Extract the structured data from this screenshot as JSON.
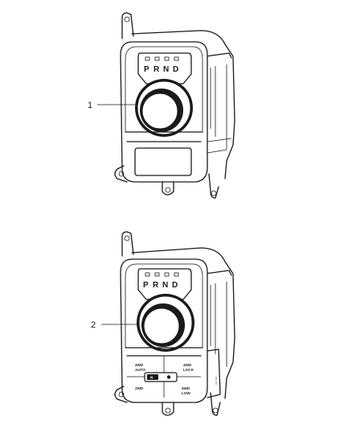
{
  "callouts": {
    "part1": "1",
    "part2": "2"
  },
  "shifter_gears": {
    "p": "P",
    "r": "R",
    "n": "N",
    "d": "D"
  },
  "transfer_case": {
    "auto_4wd": [
      "4WD",
      "AUTO"
    ],
    "lock_4wd": [
      "4WD",
      "LOCK"
    ],
    "two_wd": "2WD",
    "low_4wd": [
      "4WD",
      "LOW"
    ],
    "neutral": "N"
  }
}
